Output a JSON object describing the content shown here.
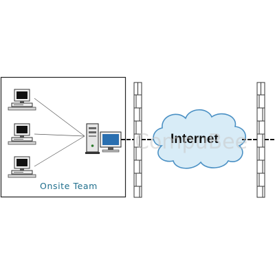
{
  "onsite_box": {
    "label": "Onsite Team"
  },
  "cloud": {
    "label": "Internet"
  },
  "watermark": {
    "text": "CompuBee"
  },
  "colors": {
    "cloud_fill": "#d8ecf7",
    "cloud_stroke": "#4a90c4",
    "label_teal": "#1f6e8c",
    "monitor_screen": "#2a6fb0"
  }
}
